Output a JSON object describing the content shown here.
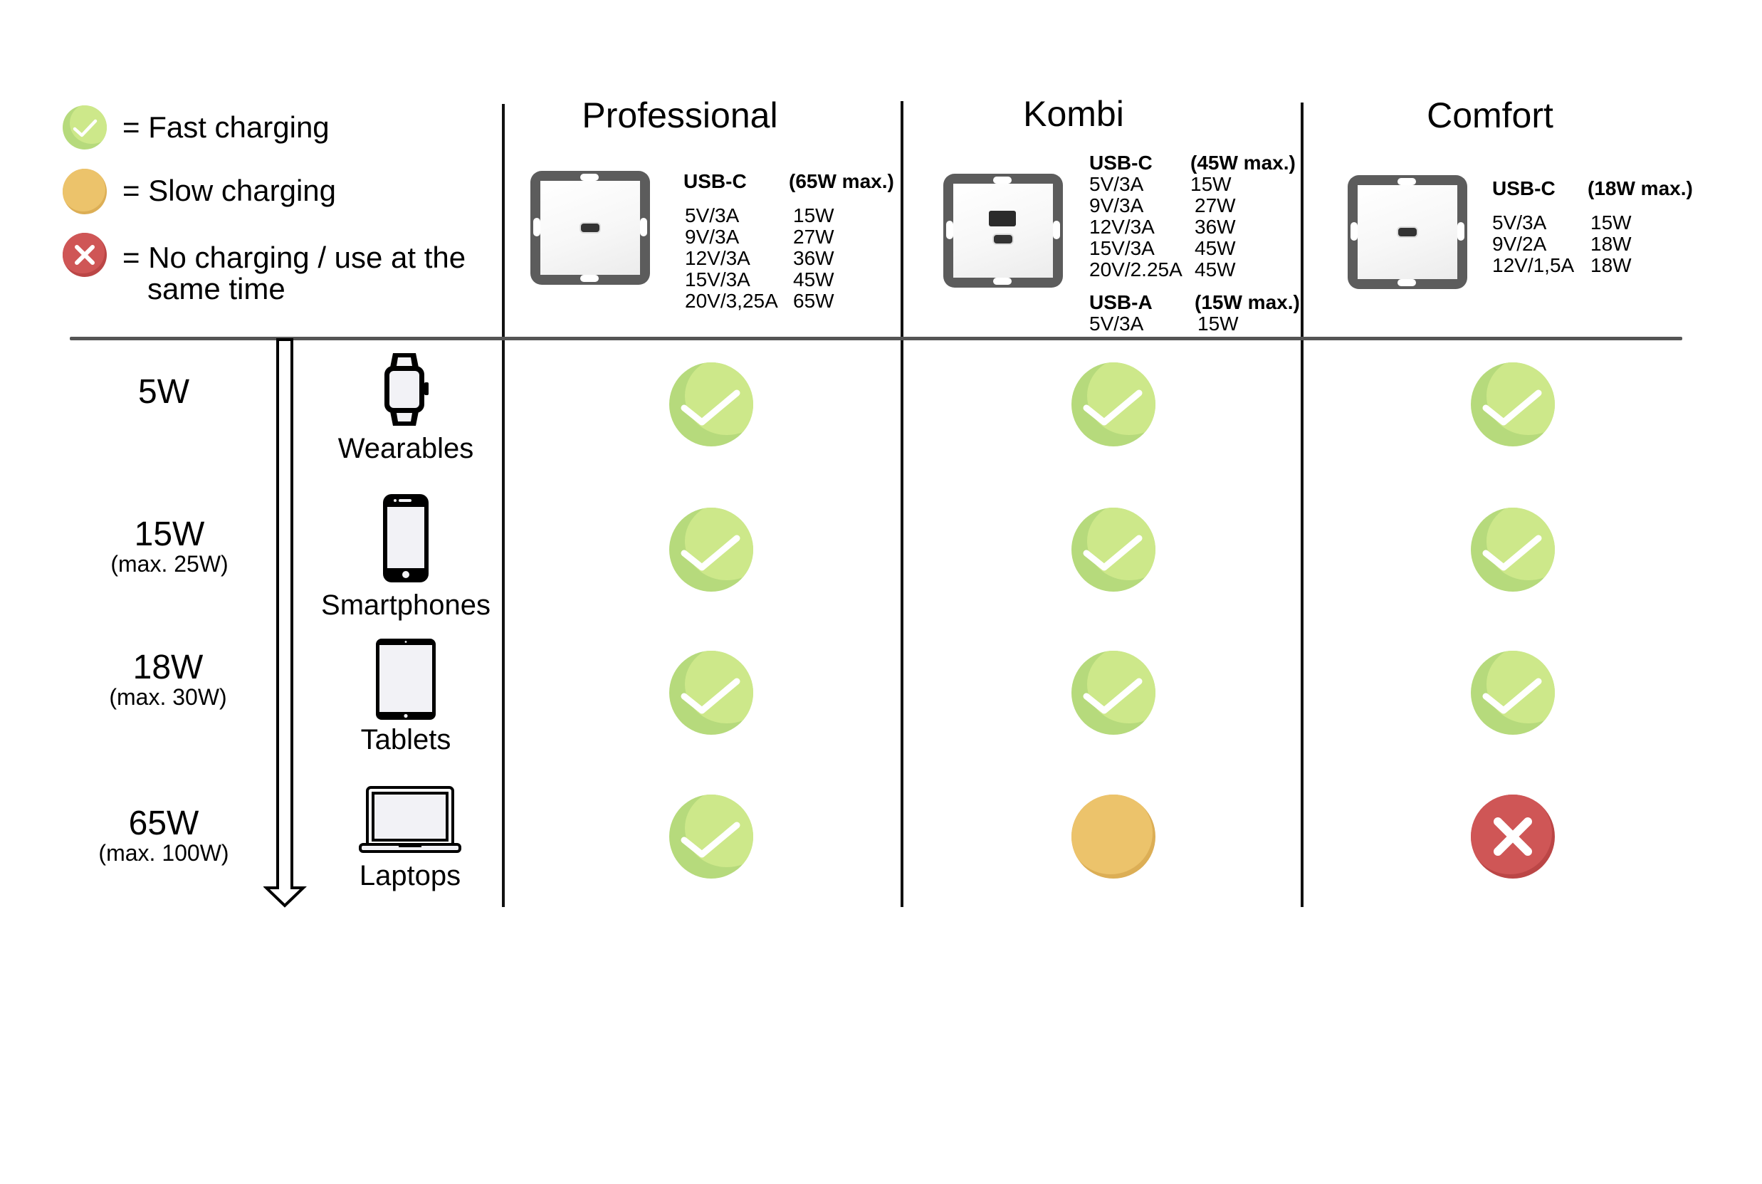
{
  "legend": {
    "items": [
      {
        "status": "fast",
        "icon": "check-circle-icon",
        "text": "= Fast charging"
      },
      {
        "status": "slow",
        "icon": "orange-circle-icon",
        "text": "= Slow charging"
      },
      {
        "status": "none",
        "icon": "x-circle-icon",
        "text": "= No charging / use at the\n   same time"
      }
    ]
  },
  "colors": {
    "fast": "#cde88a",
    "fast_shade": "#b6da7c",
    "slow": "#ecc36b",
    "slow_shade": "#dcae55",
    "none": "#cf5656",
    "none_shade": "#bb4646",
    "grid_line": "#111111",
    "divider": "#555555",
    "socket_frame": "#5c5c5c"
  },
  "columns": [
    {
      "title": "Professional",
      "socket_icon": "usb-c-socket-icon",
      "ports": [
        {
          "name": "USB-C",
          "max": "(65W max.)",
          "rows": [
            {
              "spec": "5V/3A",
              "power": "15W"
            },
            {
              "spec": "9V/3A",
              "power": "27W"
            },
            {
              "spec": "12V/3A",
              "power": "36W"
            },
            {
              "spec": "15V/3A",
              "power": "45W"
            },
            {
              "spec": "20V/3,25A",
              "power": "65W"
            }
          ]
        }
      ]
    },
    {
      "title": "Kombi",
      "socket_icon": "usb-a-and-c-socket-icon",
      "ports": [
        {
          "name": "USB-C",
          "max": "(45W max.)",
          "rows": [
            {
              "spec": "5V/3A",
              "power": "15W"
            },
            {
              "spec": "9V/3A",
              "power": "27W"
            },
            {
              "spec": "12V/3A",
              "power": "36W"
            },
            {
              "spec": "15V/3A",
              "power": "45W"
            },
            {
              "spec": "20V/2.25A",
              "power": "45W"
            }
          ]
        },
        {
          "name": "USB-A",
          "max": "(15W max.)",
          "rows": [
            {
              "spec": "5V/3A",
              "power": "15W"
            }
          ]
        }
      ]
    },
    {
      "title": "Comfort",
      "socket_icon": "usb-c-socket-icon",
      "ports": [
        {
          "name": "USB-C",
          "max": "(18W max.)",
          "rows": [
            {
              "spec": "5V/3A",
              "power": "15W"
            },
            {
              "spec": "9V/2A",
              "power": "18W"
            },
            {
              "spec": "12V/1,5A",
              "power": "18W"
            }
          ]
        }
      ]
    }
  ],
  "rows": [
    {
      "power": "5W",
      "max": "",
      "device": "Wearables",
      "icon": "smartwatch-icon",
      "status": [
        "fast",
        "fast",
        "fast"
      ]
    },
    {
      "power": "15W",
      "max": "(max. 25W)",
      "device": "Smartphones",
      "icon": "smartphone-icon",
      "status": [
        "fast",
        "fast",
        "fast"
      ]
    },
    {
      "power": "18W",
      "max": "(max. 30W)",
      "device": "Tablets",
      "icon": "tablet-icon",
      "status": [
        "fast",
        "fast",
        "fast"
      ]
    },
    {
      "power": "65W",
      "max": "(max. 100W)",
      "device": "Laptops",
      "icon": "laptop-icon",
      "status": [
        "fast",
        "slow",
        "none"
      ]
    }
  ]
}
